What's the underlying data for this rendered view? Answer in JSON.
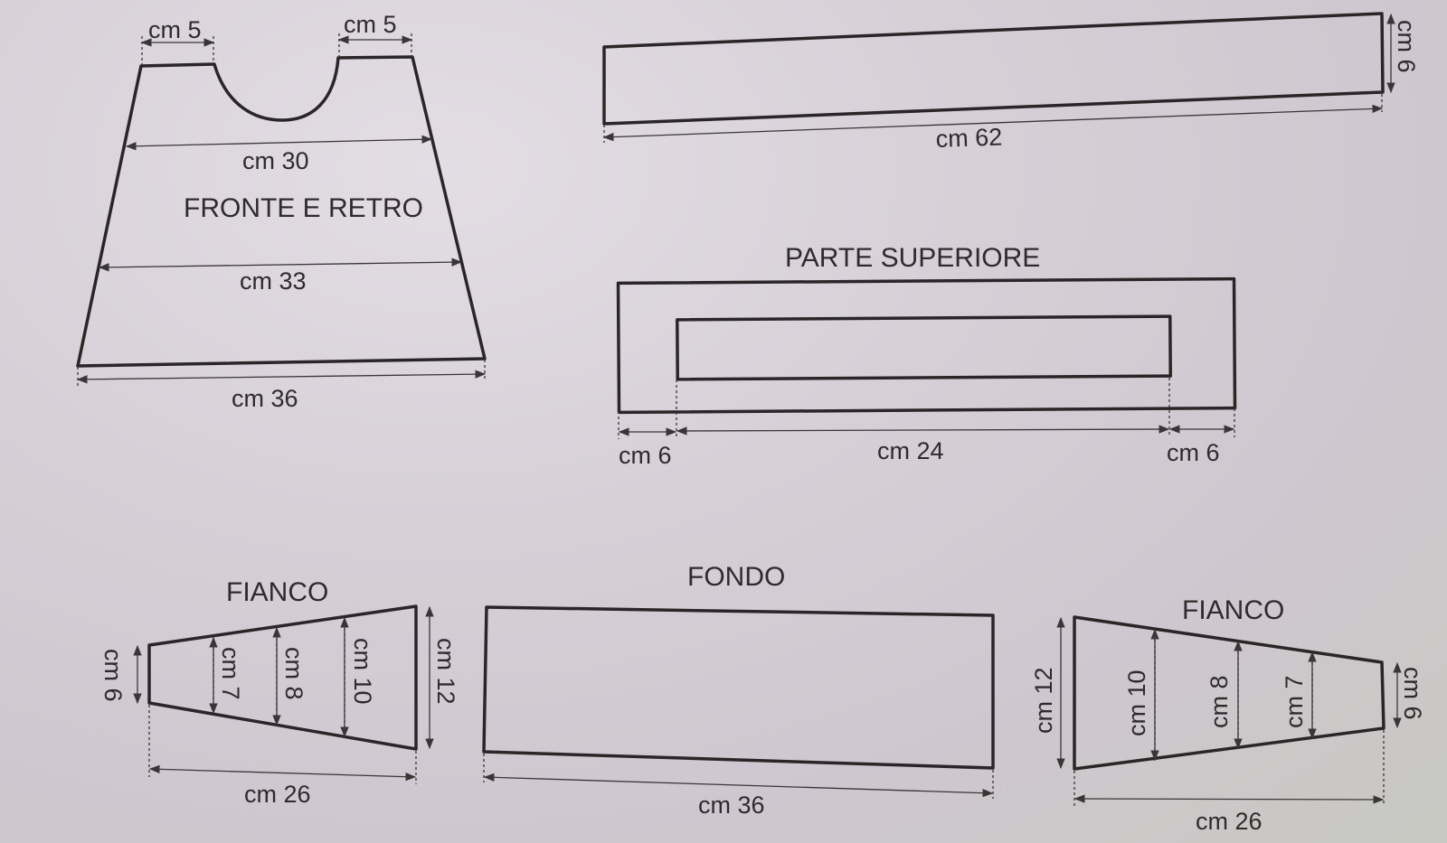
{
  "pieces": {
    "front_back": {
      "title": "FRONTE E RETRO",
      "dims": {
        "top_left": "cm 5",
        "top_right": "cm 5",
        "upper": "cm 30",
        "lower": "cm 33",
        "bottom": "cm 36"
      }
    },
    "strap": {
      "dims": {
        "length": "cm 62",
        "height": "cm 6"
      }
    },
    "top": {
      "title": "PARTE SUPERIORE",
      "dims": {
        "left": "cm 6",
        "middle": "cm 24",
        "right": "cm 6"
      }
    },
    "side_left": {
      "title": "FIANCO",
      "dims": {
        "narrow": "cm 6",
        "a": "cm 7",
        "b": "cm 8",
        "c": "cm 10",
        "wide": "cm 12",
        "length": "cm 26"
      }
    },
    "bottom": {
      "title": "FONDO",
      "dims": {
        "length": "cm 36"
      }
    },
    "side_right": {
      "title": "FIANCO",
      "dims": {
        "wide": "cm 12",
        "c": "cm 10",
        "b": "cm 8",
        "a": "cm 7",
        "narrow": "cm 6",
        "length": "cm 26"
      }
    }
  }
}
